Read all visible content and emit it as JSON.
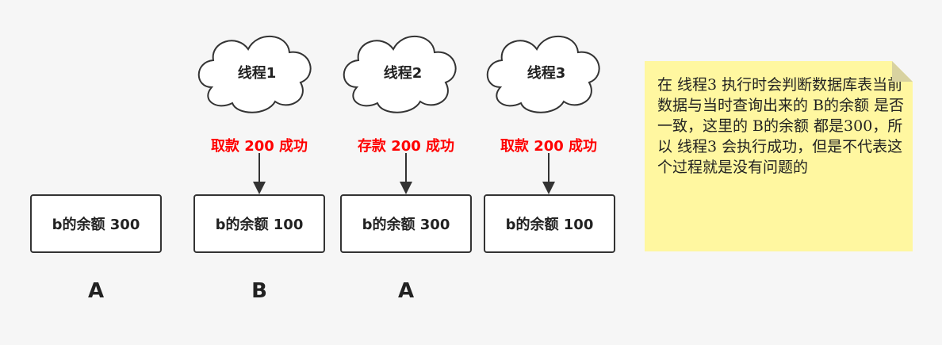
{
  "threads": [
    {
      "label": "线程1",
      "action": "取款 200 成功",
      "result": "b的余额 100"
    },
    {
      "label": "线程2",
      "action": "存款 200 成功",
      "result": "b的余额 300"
    },
    {
      "label": "线程3",
      "action": "取款 200 成功",
      "result": "b的余额 100"
    }
  ],
  "initial": {
    "balance": "b的余额 300"
  },
  "letters": [
    "A",
    "B",
    "A"
  ],
  "note": {
    "text": "在 线程3 执行时会判断数据库表当前数据与当时查询出来的 B的余额 是否一致，这里的 B的余额 都是300，所以 线程3 会执行成功，但是不代表这个过程就是没有问题的"
  },
  "colors": {
    "action": "#ff0000",
    "note_bg": "#fff7a0",
    "stroke": "#333333"
  }
}
